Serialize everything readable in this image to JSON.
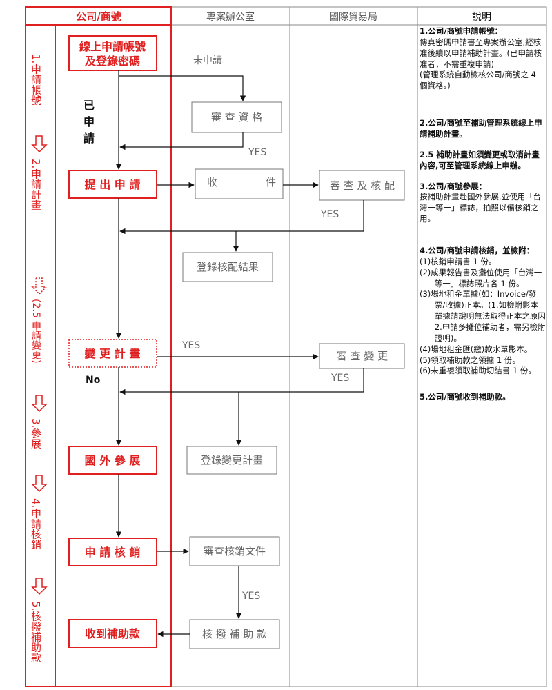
{
  "colors": {
    "accent_red": "#e02020",
    "grid_gray": "#8a8a8a",
    "box_gray": "#777777",
    "gray_text": "#666666",
    "black": "#111111"
  },
  "header": {
    "lane_company": "公司/商號",
    "lane_office": "專案辦公室",
    "lane_bureau": "國際貿易局",
    "lane_notes": "說明"
  },
  "phases": [
    {
      "label": "1.申請帳號"
    },
    {
      "label": "2.申請計畫"
    },
    {
      "label": "(2.5 申請變更)"
    },
    {
      "label": "3.參展"
    },
    {
      "label": "4.申請核銷"
    },
    {
      "label": "5.核撥補助款"
    }
  ],
  "company_steps": {
    "apply_account_line1": "線上申請帳號",
    "apply_account_line2": "及登錄密碼",
    "submit": "提 出 申 請",
    "change_plan": "變 更 計 畫",
    "exhibit": "國 外 參 展",
    "apply_writeoff": "申 請 核 銷",
    "receive_subsidy": "收到補助款"
  },
  "office_steps": {
    "review_qualification": "審 查 資 格",
    "receive_left": "收",
    "receive_right": "件",
    "register_result": "登錄核配結果",
    "register_change": "登錄變更計畫",
    "review_documents": "審查核銷文件",
    "approve_subsidy": "核 撥 補 助 款"
  },
  "bureau_steps": {
    "review_allocate": "審 查 及 核 配",
    "review_change": "審 查 變 更"
  },
  "labels": {
    "not_applied": "未申請",
    "applied_1": "已",
    "applied_2": "申",
    "applied_3": "請",
    "yes": "YES",
    "no": "No"
  },
  "notes": {
    "n1_title": "1.公司/商號申請帳號：",
    "n1_body": "傳真密碼申請書至專案辦公室,經核准後續以申請補助計畫。(已申請核准者，不需重複申請)",
    "n1_extra": "(管理系統自動檢核公司/商號之 4 個資格。)",
    "n2": "2.公司/商號至補助管理系統線上申請補助計畫。",
    "n25": "2.5 補助計畫如須變更或取消計畫內容,可至管理系統線上申辦。",
    "n3_title": "3.公司/商號參展：",
    "n3_body": "按補助計畫赴國外參展,並使用「台灣一等一」標誌，拍照以備核銷之用。",
    "n4_title": "4.公司/商號申請核銷，並檢附：",
    "n4_items": [
      "(1)核銷申請書 1 份。",
      "(2)成果報告書及攤位使用「台灣一等一」標誌照片各 1 份。",
      "(3)場地租金單據(如：Invoice/發票/收據)正本。(1.如檢附影本單據請說明無法取得正本之原因 2.申請多攤位補助者，需另檢附證明)。",
      "(4)場地租金匯(繳)款水單影本。",
      "(5)領取補助款之領據 1 份。",
      "(6)未重複領取補助切結書 1 份。"
    ],
    "n5": "5.公司/商號收到補助款。"
  }
}
